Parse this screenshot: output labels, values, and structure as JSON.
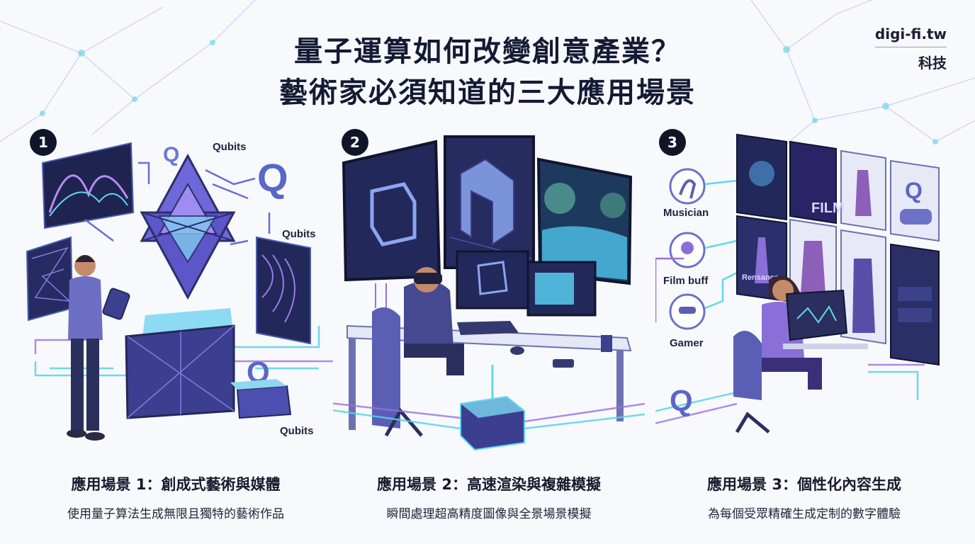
{
  "title": {
    "line1": "量子運算如何改變創意產業？",
    "line2": "藝術家必須知道的三大應用場景"
  },
  "brand": {
    "site": "digi-fi.tw",
    "category": "科技"
  },
  "scenes": [
    {
      "number": "1",
      "heading": "應用場景 1：創成式藝術與媒體",
      "description": "使用量子算法生成無限且獨特的藝術作品",
      "labels": [
        "Qubits",
        "Qubits",
        "Qubits"
      ],
      "icon": "Q"
    },
    {
      "number": "2",
      "heading": "應用場景 2：高速渲染與複雜模擬",
      "description": "瞬間處理超高精度圖像與全景場景模擬"
    },
    {
      "number": "3",
      "heading": "應用場景 3：個性化內容生成",
      "description": "為每個受眾精確生成定制的數字體驗",
      "personas": [
        "Musician",
        "Film buff",
        "Gamer"
      ],
      "poster_texts": [
        "FILM",
        "Rensance"
      ]
    }
  ],
  "colors": {
    "purple": "#7b5bd6",
    "cyan": "#4fd1e8",
    "navy": "#23285a",
    "dark": "#111528"
  }
}
